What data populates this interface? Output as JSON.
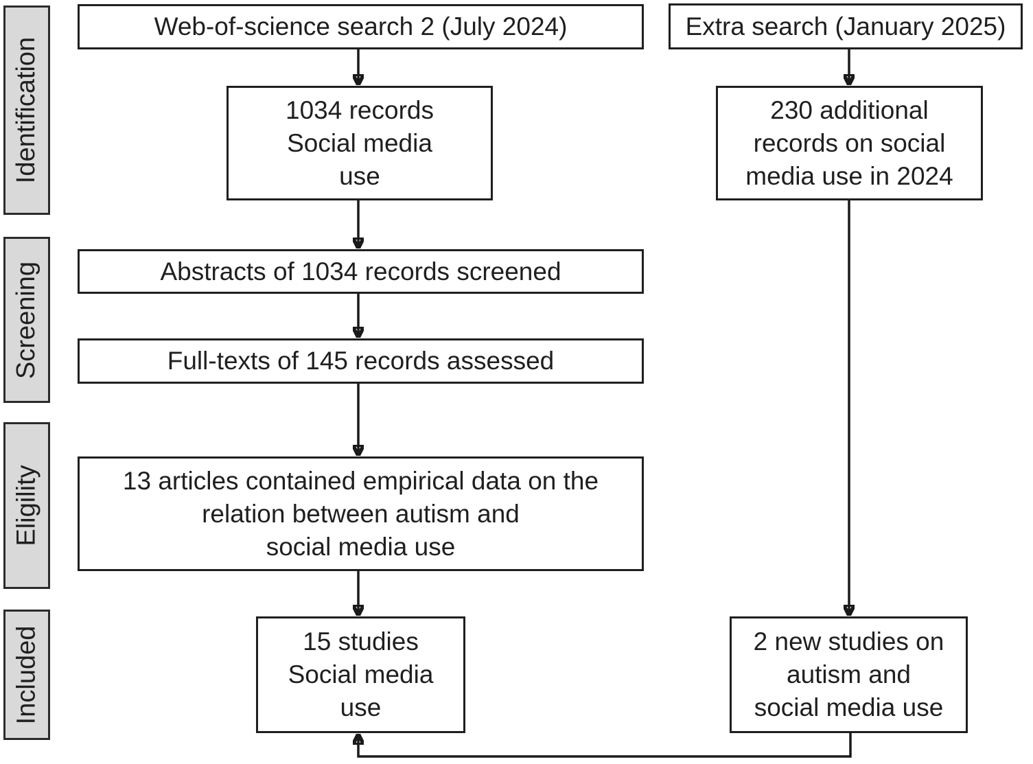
{
  "diagram": {
    "stage_labels": [
      {
        "label": "Identification"
      },
      {
        "label": "Screening"
      },
      {
        "label": "Eligility"
      },
      {
        "label": "Included"
      }
    ],
    "boxes": {
      "web_search": "Web-of-science search 2 (July 2024)",
      "extra_search": "Extra search (January 2025)",
      "records_identified": "1034 records\nSocial media\nuse",
      "additional_records": "230 additional\nrecords on social\nmedia use in 2024",
      "abstracts_screened": "Abstracts of 1034 records screened",
      "fulltexts_assessed": "Full-texts of 145 records assessed",
      "eligible_articles": "13 articles contained empirical data on the\nrelation between autism and\nsocial media use",
      "included_studies": "15 studies\nSocial media\nuse",
      "new_studies": "2 new studies on\nautism and\nsocial media use"
    },
    "colors": {
      "stage_fill": "#d9d9d9",
      "border": "#1f1f1f",
      "text": "#1f1f1f",
      "background": "#ffffff"
    }
  }
}
